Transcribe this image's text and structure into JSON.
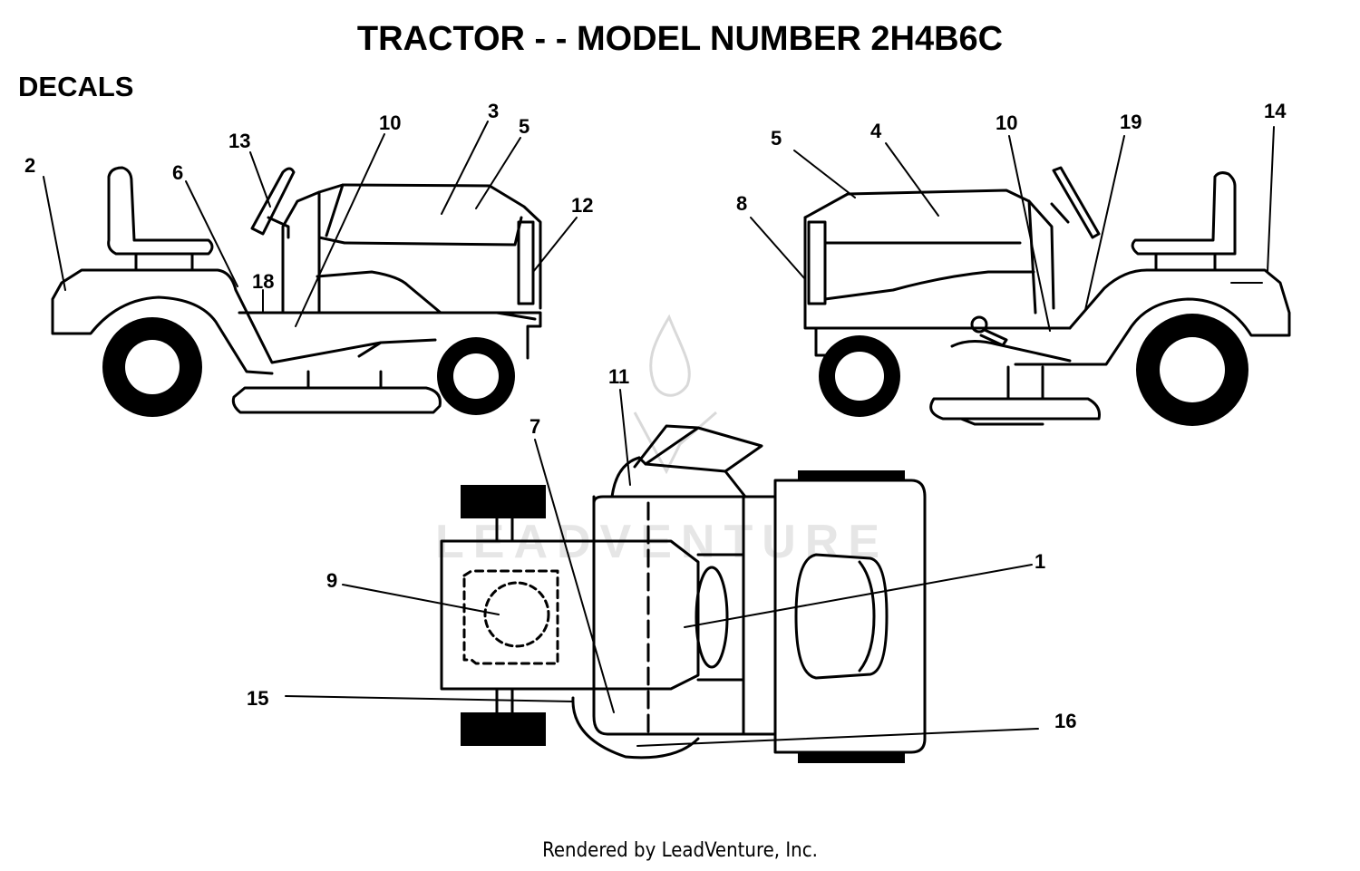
{
  "title": "TRACTOR - - MODEL NUMBER 2H4B6C",
  "section": "DECALS",
  "footer": "Rendered by LeadVenture, Inc.",
  "watermark": "LEADVENTURE",
  "callouts": {
    "left_view": [
      "2",
      "6",
      "13",
      "18",
      "10",
      "3",
      "5",
      "12"
    ],
    "right_view": [
      "8",
      "5",
      "4",
      "10",
      "19",
      "14"
    ],
    "top_view": [
      "11",
      "7",
      "9",
      "1",
      "15",
      "16"
    ]
  }
}
